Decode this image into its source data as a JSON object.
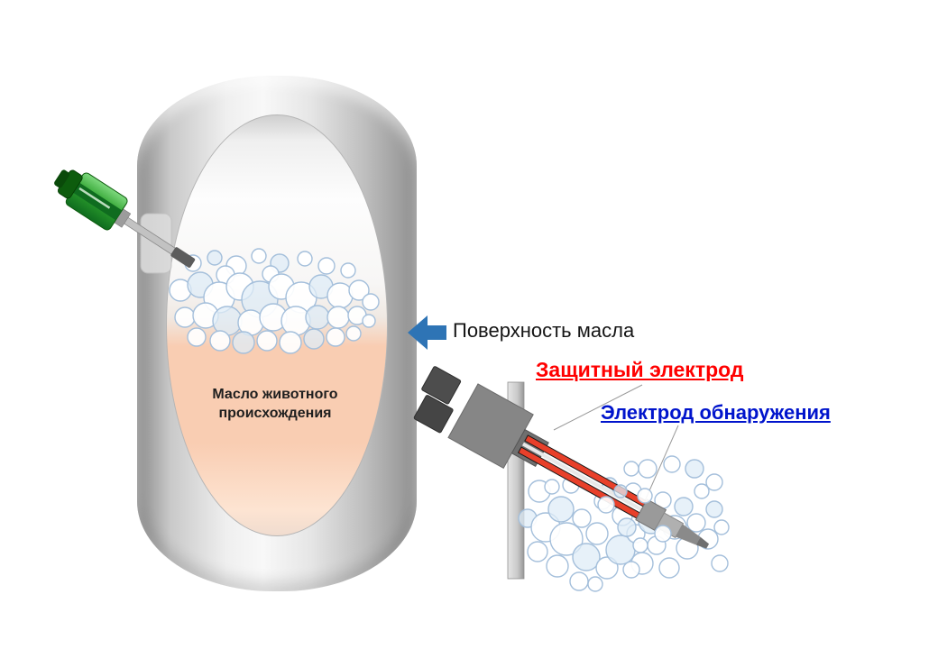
{
  "tank": {
    "content_label_line1": "Масло животного",
    "content_label_line2": "происхождения"
  },
  "annotations": {
    "surface_label": "Поверхность масла",
    "protective_electrode_label": "Защитный электрод",
    "detection_electrode_label": "Электрод обнаружения"
  },
  "colors": {
    "protective_electrode_text": "#ff0000",
    "detection_electrode_text": "#0014cc",
    "surface_arrow": "#2e74b5",
    "electrode_red": "#e8402a",
    "sensor_body_green": "#2da12d",
    "oil_fill": "#f9cdb2"
  }
}
